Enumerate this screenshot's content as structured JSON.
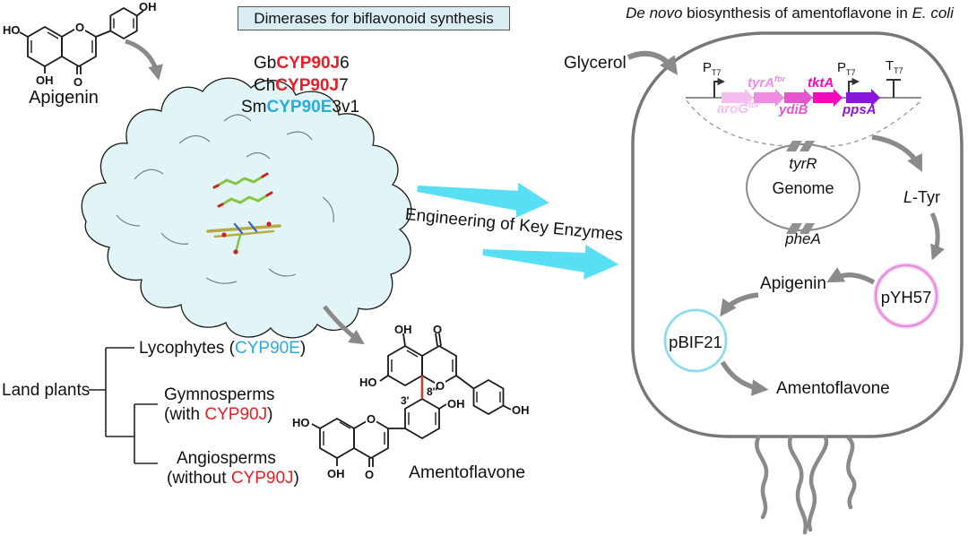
{
  "colors": {
    "cyp_red": "#ed1c24",
    "cyp_blue": "#29abe2",
    "cyan_arrow": "#58dff4",
    "gray_arrow": "#8a8a8a",
    "blob_fill": "#e2f5f6",
    "title_box_bg": "#d9edf2",
    "pyh57_pink": "#e080d8",
    "pbif21_cyan": "#70cfe0",
    "link_bond_red": "#c3402a"
  },
  "left": {
    "apigenin_structure": {
      "label": "Apigenin",
      "ho7": "HO",
      "oh5": "OH",
      "o_ketone": "O",
      "o_ring": "O",
      "oh4p": "OH"
    },
    "title_box": "Dimerases for biflavonoid synthesis",
    "enzymes": [
      {
        "prefix": "Gb",
        "family": "CYP90J",
        "suffix": "6"
      },
      {
        "prefix": "Ch",
        "family": "CYP90J",
        "suffix": "7"
      },
      {
        "prefix": "Sm",
        "family": "CYP90E",
        "suffix": "3v1"
      }
    ],
    "tree": {
      "root": "Land plants",
      "lycophytes": {
        "pre": "Lycophytes (",
        "gene": "CYP90E",
        "post": ")"
      },
      "gymnosperms": {
        "name": "Gymnosperms",
        "pre": "(with ",
        "gene": "CYP90J",
        "post": ")"
      },
      "angiosperms": {
        "name": "Angiosperms",
        "pre": "(without ",
        "gene": "CYP90J",
        "post": ")"
      }
    }
  },
  "middle": {
    "engineering": "Engineering of Key Enzymes",
    "amentoflavone_structure": {
      "label": "Amentoflavone",
      "oh_top": "OH",
      "o_top": "O",
      "ho_left": "HO",
      "o_ring_upper": "O",
      "c8": "8″",
      "c3": "3′",
      "oh_mid": "OH",
      "oh_right": "OH",
      "ho_lower": "HO",
      "o_ring_lower": "O",
      "oh5_lower": "OH",
      "o_ketone_lower": "O"
    }
  },
  "right": {
    "title": {
      "i1": "De novo",
      "mid": " biosynthesis of amentoflavone in ",
      "i2": "E. coli"
    },
    "glycerol": "Glycerol",
    "construct": {
      "p1": {
        "base": "P",
        "sub": "T7"
      },
      "p2": {
        "base": "P",
        "sub": "T7"
      },
      "term": {
        "base": "T",
        "sub": "T7"
      },
      "genes": [
        {
          "name": "aroG",
          "sup": "fbr",
          "color": "#f5bdf0"
        },
        {
          "name": "tyrA",
          "sup": "fbr",
          "color": "#f08ce3"
        },
        {
          "name": "ydiB",
          "sup": "",
          "color": "#e356ce"
        },
        {
          "name": "tktA",
          "sup": "",
          "color": "#f308bb"
        },
        {
          "name": "ppsA",
          "sup": "",
          "color": "#8a16dd"
        }
      ]
    },
    "genome": {
      "top_gene": "tyrR",
      "label": "Genome",
      "bottom_gene": "pheA"
    },
    "ltyr": {
      "i": "L",
      "rest": "-Tyr"
    },
    "apigenin": "Apigenin",
    "pyh57": "pYH57",
    "pbif21": "pBIF21",
    "amentoflavone": "Amentoflavone"
  }
}
